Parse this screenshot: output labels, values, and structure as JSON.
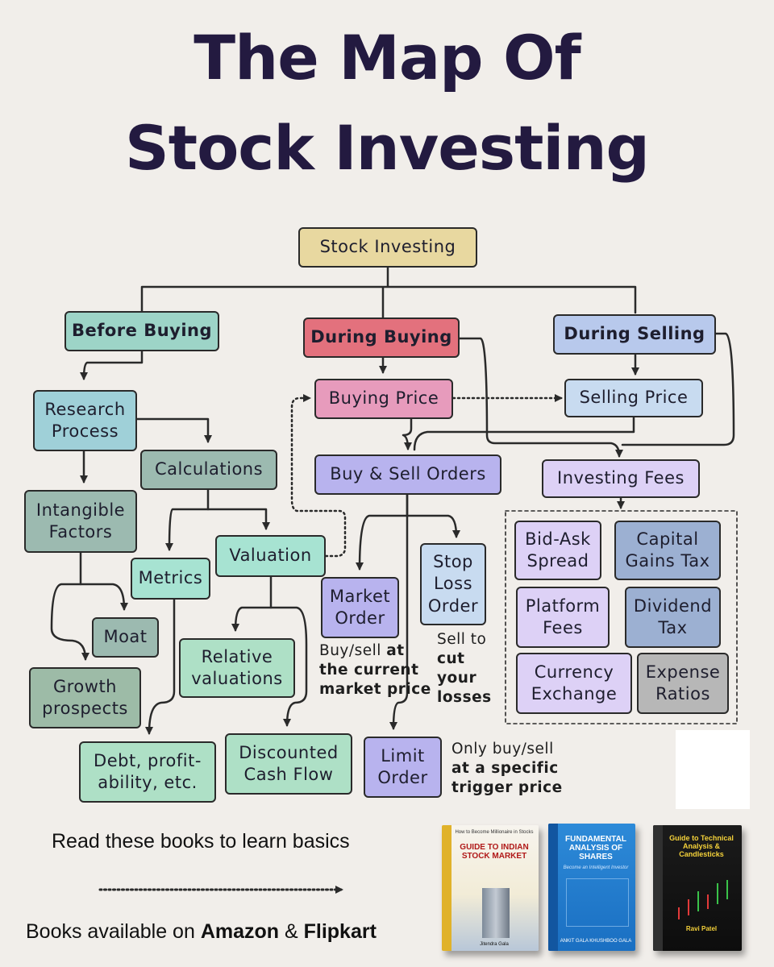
{
  "title": {
    "line1": "The Map Of",
    "line2": "Stock Investing"
  },
  "nodes": {
    "root": "Stock Investing",
    "before_buying": "Before Buying",
    "during_buying": "During Buying",
    "during_selling": "During Selling",
    "research_process": "Research\nProcess",
    "calculations": "Calculations",
    "intangible_factors": "Intangible\nFactors",
    "metrics": "Metrics",
    "valuation": "Valuation",
    "moat": "Moat",
    "relative_valuations": "Relative\nvaluations",
    "growth_prospects": "Growth\nprospects",
    "debt_profitability": "Debt, profit-\nability, etc.",
    "discounted_cash_flow": "Discounted\nCash Flow",
    "buying_price": "Buying Price",
    "selling_price": "Selling Price",
    "buy_sell_orders": "Buy & Sell Orders",
    "investing_fees": "Investing Fees",
    "market_order": "Market\nOrder",
    "stop_loss_order": "Stop\nLoss\nOrder",
    "limit_order": "Limit\nOrder",
    "bid_ask_spread": "Bid-Ask\nSpread",
    "capital_gains_tax": "Capital\nGains Tax",
    "platform_fees": "Platform\nFees",
    "dividend_tax": "Dividend\nTax",
    "currency_exchange": "Currency\nExchange",
    "expense_ratios": "Expense\nRatios"
  },
  "notes": {
    "market_order_a": "Buy/sell ",
    "market_order_b": "at",
    "market_order_c": "the current",
    "market_order_d": "market price",
    "stop_loss_a": "Sell to",
    "stop_loss_b": "cut",
    "stop_loss_c": "your",
    "stop_loss_d": "losses",
    "limit_a": "Only buy/sell",
    "limit_b": "at a specific",
    "limit_c": "trigger price"
  },
  "footer": {
    "read_books": "Read these books to learn basics",
    "available_prefix": "Books available on ",
    "amazon": "Amazon",
    "amp": " & ",
    "flipkart": "Flipkart"
  },
  "books": [
    {
      "top": "How to Become Millionaire in Stocks",
      "title": "GUIDE TO INDIAN STOCK MARKET",
      "author": "Jitendra Gala"
    },
    {
      "title": "FUNDAMENTAL ANALYSIS OF SHARES",
      "subtitle": "Become an Intelligent Investor",
      "author": "ANKIT GALA KHUSHBOO GALA"
    },
    {
      "title": "Guide to Technical Analysis & Candlesticks",
      "author": "Ravi Patel"
    }
  ],
  "colors": {
    "background": "#f1eeea",
    "title": "#231a40",
    "root": "#e8d8a0",
    "during_buying": "#e3717d"
  }
}
